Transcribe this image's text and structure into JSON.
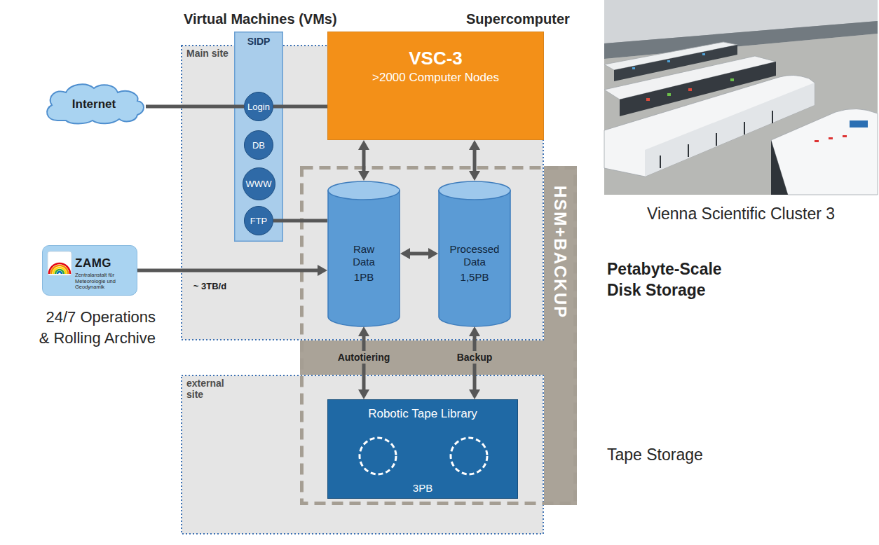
{
  "diagram": {
    "nodes": [
      {
        "text": [
          "Internet"
        ]
      },
      {
        "text": [
          "Main site"
        ]
      },
      {
        "text": [
          "SIDP"
        ],
        "in": 1
      },
      {
        "text": [
          "Login"
        ],
        "in": 2
      },
      {
        "text": [
          "DB"
        ],
        "in": 2
      },
      {
        "text": [
          "WWW"
        ],
        "in": 2
      },
      {
        "text": [
          "FTP"
        ],
        "in": 2
      },
      {
        "text": [
          "VSC-3",
          ">2000 Computer Nodes"
        ],
        "in": 1
      },
      {
        "text": [
          "HSM+BACKUP"
        ]
      },
      {
        "text": [
          "Raw Data",
          "1PB"
        ],
        "in": 8
      },
      {
        "text": [
          "Processed Data",
          "1,5PB"
        ],
        "in": 8
      },
      {
        "text": [
          "ZAMG",
          "Zentralanstalt für Meteorologie und Geodynamik"
        ]
      },
      {
        "text": [
          "external site"
        ]
      },
      {
        "text": [
          "Robotic Tape Library",
          "3PB"
        ],
        "in": 8
      }
    ],
    "edges": [
      {
        "from": 0,
        "to": 3,
        "arrow": "none"
      },
      {
        "from": 3,
        "to": 7,
        "arrow": "none"
      },
      {
        "from": 6,
        "to": 9,
        "arrow": "none"
      },
      {
        "from": 11,
        "to": 9,
        "arrow": "to",
        "label": "~ 3TB/d"
      },
      {
        "from": 7,
        "to": 9,
        "arrow": "both"
      },
      {
        "from": 7,
        "to": 10,
        "arrow": "both"
      },
      {
        "from": 9,
        "to": 10,
        "arrow": "both"
      },
      {
        "from": 9,
        "to": 13,
        "arrow": "both",
        "label": "Autotiering"
      },
      {
        "from": 10,
        "to": 13,
        "arrow": "both",
        "label": "Backup"
      }
    ],
    "labels": [
      "Virtual Machines (VMs)",
      "Supercomputer",
      "Vienna Scientific Cluster 3",
      "Petabyte-Scale Disk Storage",
      "24/7 Operations & Rolling Archive",
      "Tape Storage"
    ]
  }
}
